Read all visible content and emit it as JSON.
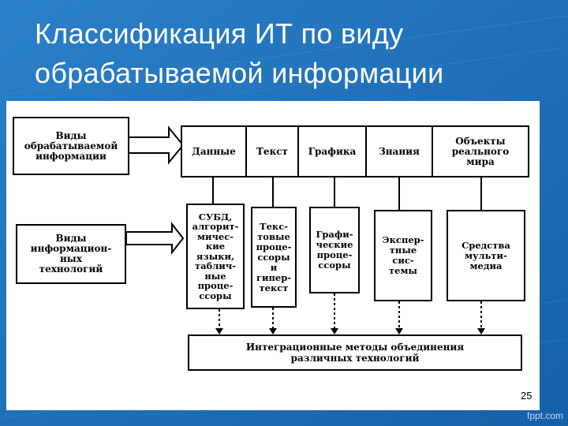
{
  "slide": {
    "title": "Классификация ИТ по виду обрабатываемой информации",
    "page_number": "25",
    "watermark": "fppt.com"
  },
  "colors": {
    "background": "#1e6fb8",
    "title_text": "#ffffff",
    "diagram_background": "#ffffff",
    "diagram_lines": "#000000"
  },
  "diagram": {
    "label_info_types": "Виды\nобрабатываемой\nинформации",
    "label_tech_types": "Виды\nинформацион-\nных\nтехнологий",
    "info_types": [
      "Данные",
      "Текст",
      "Графика",
      "Знания",
      "Объекты\nреального\nмира"
    ],
    "technologies": [
      "СУБД,\nалгорит-\nмичес-\nкие\nязыки,\nтаблич-\nные\nпроце-\nссоры",
      "Текс-\nтовые\nпроце-\nссоры\nи\nгипер-\nтекст",
      "Графи-\nческие\nпроце-\nссоры",
      "Экспер-\nтные\nсис-\nтемы",
      "Средства\nмульти-\nмедиа"
    ],
    "integration": "Интеграционные методы объединения\nразличных технологий"
  }
}
